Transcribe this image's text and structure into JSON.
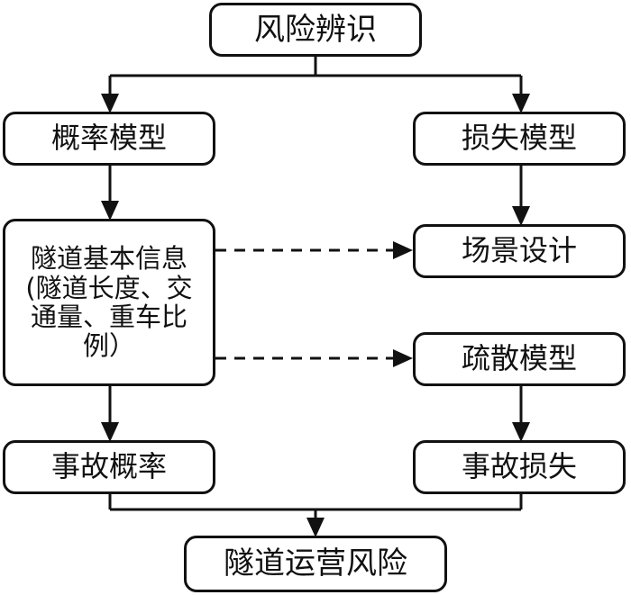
{
  "diagram": {
    "title": "风险辨识",
    "type": "flowchart",
    "nodes": [
      {
        "id": "risk-identification",
        "label": "风险辨识",
        "row": "top",
        "column": "center"
      },
      {
        "id": "probability-model",
        "label": "概率模型",
        "row": "model",
        "column": "left"
      },
      {
        "id": "loss-model",
        "label": "损失模型",
        "row": "model",
        "column": "right"
      },
      {
        "id": "tunnel-info",
        "label": "隧道基本信息\n(隧道长度、交\n通量、重车比\n例）",
        "row": "detail",
        "column": "left"
      },
      {
        "id": "scenario-design",
        "label": "场景设计",
        "row": "detail-upper",
        "column": "right"
      },
      {
        "id": "evacuation-model",
        "label": "疏散模型",
        "row": "detail-lower",
        "column": "right"
      },
      {
        "id": "accident-probability",
        "label": "事故概率",
        "row": "result",
        "column": "left"
      },
      {
        "id": "accident-loss",
        "label": "事故损失",
        "row": "result",
        "column": "right"
      },
      {
        "id": "tunnel-operation-risk",
        "label": "隧道运营风险",
        "row": "bottom",
        "column": "center"
      }
    ],
    "edges": [
      {
        "from": "risk-identification",
        "to": "probability-model",
        "style": "solid",
        "shape": "split-left"
      },
      {
        "from": "risk-identification",
        "to": "loss-model",
        "style": "solid",
        "shape": "split-right"
      },
      {
        "from": "probability-model",
        "to": "tunnel-info",
        "style": "solid",
        "shape": "straight-down"
      },
      {
        "from": "loss-model",
        "to": "scenario-design",
        "style": "solid",
        "shape": "straight-down"
      },
      {
        "from": "tunnel-info",
        "to": "scenario-design",
        "style": "dashed",
        "shape": "straight-right"
      },
      {
        "from": "tunnel-info",
        "to": "evacuation-model",
        "style": "dashed",
        "shape": "straight-right"
      },
      {
        "from": "tunnel-info",
        "to": "accident-probability",
        "style": "solid",
        "shape": "straight-down"
      },
      {
        "from": "evacuation-model",
        "to": "accident-loss",
        "style": "solid",
        "shape": "straight-down"
      },
      {
        "from": "accident-probability",
        "to": "tunnel-operation-risk",
        "style": "solid",
        "shape": "merge-left"
      },
      {
        "from": "accident-loss",
        "to": "tunnel-operation-risk",
        "style": "solid",
        "shape": "merge-right"
      }
    ],
    "colors": {
      "stroke": "#111111",
      "fill": "#ffffff",
      "background": "#ffffff"
    }
  }
}
